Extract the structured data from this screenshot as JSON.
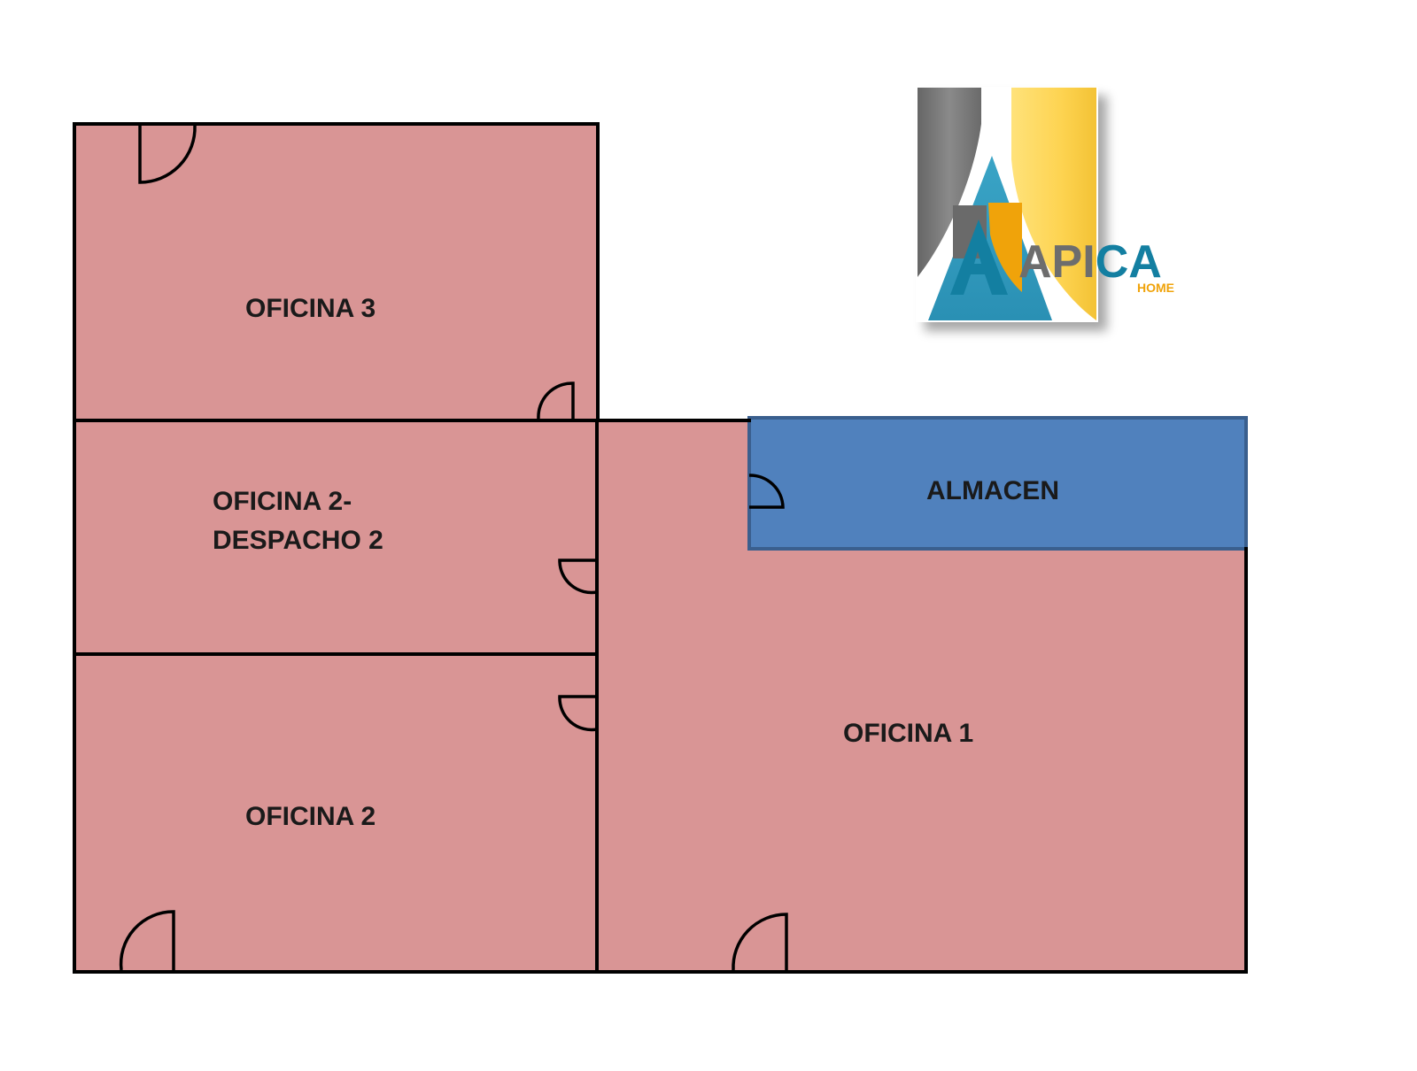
{
  "plan": {
    "rooms": {
      "oficina3": "OFICINA 3",
      "oficina2_despacho_line1": "OFICINA 2-",
      "oficina2_despacho_line2": "DESPACHO 2",
      "oficina2": "OFICINA 2",
      "oficina1": "OFICINA 1",
      "almacen": "ALMACEN"
    },
    "colors": {
      "office_fill": "#d99595",
      "storage_fill": "#5081bd",
      "storage_border": "#3a5f8e",
      "wall": "#000000"
    }
  },
  "logo": {
    "brand": "APICA",
    "sub": "HOME",
    "colors": {
      "gray": "#7c7c7c",
      "yellow": "#fdd85a",
      "orange": "#f0a30a",
      "teal": "#137fa1",
      "text_gray": "#6d6d6d"
    }
  }
}
